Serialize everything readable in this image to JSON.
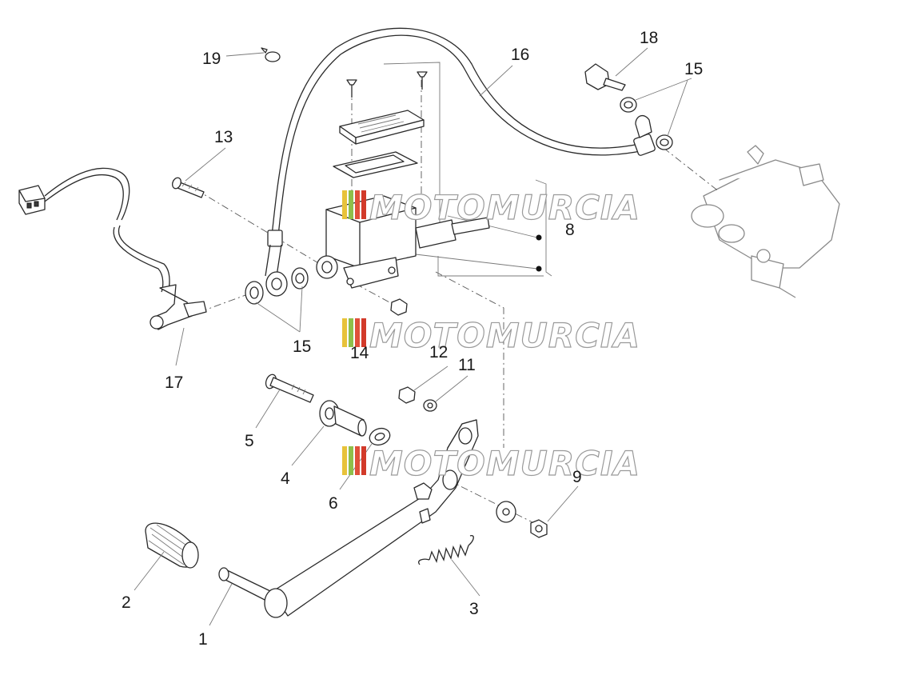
{
  "callouts": [
    {
      "id": "1",
      "label": "1"
    },
    {
      "id": "2",
      "label": "2"
    },
    {
      "id": "3",
      "label": "3"
    },
    {
      "id": "4",
      "label": "4"
    },
    {
      "id": "5",
      "label": "5"
    },
    {
      "id": "6",
      "label": "6"
    },
    {
      "id": "8",
      "label": "8"
    },
    {
      "id": "9",
      "label": "9"
    },
    {
      "id": "11",
      "label": "11"
    },
    {
      "id": "12",
      "label": "12"
    },
    {
      "id": "13",
      "label": "13"
    },
    {
      "id": "14",
      "label": "14"
    },
    {
      "id": "15a",
      "label": "15"
    },
    {
      "id": "15b",
      "label": "15"
    },
    {
      "id": "16",
      "label": "16"
    },
    {
      "id": "17",
      "label": "17"
    },
    {
      "id": "18",
      "label": "18"
    },
    {
      "id": "19",
      "label": "19"
    }
  ],
  "watermark": {
    "text": "MOTOMURCIA",
    "colors": [
      "#e8c23a",
      "#8fbf4a",
      "#e0503a",
      "#d23a2a"
    ]
  }
}
